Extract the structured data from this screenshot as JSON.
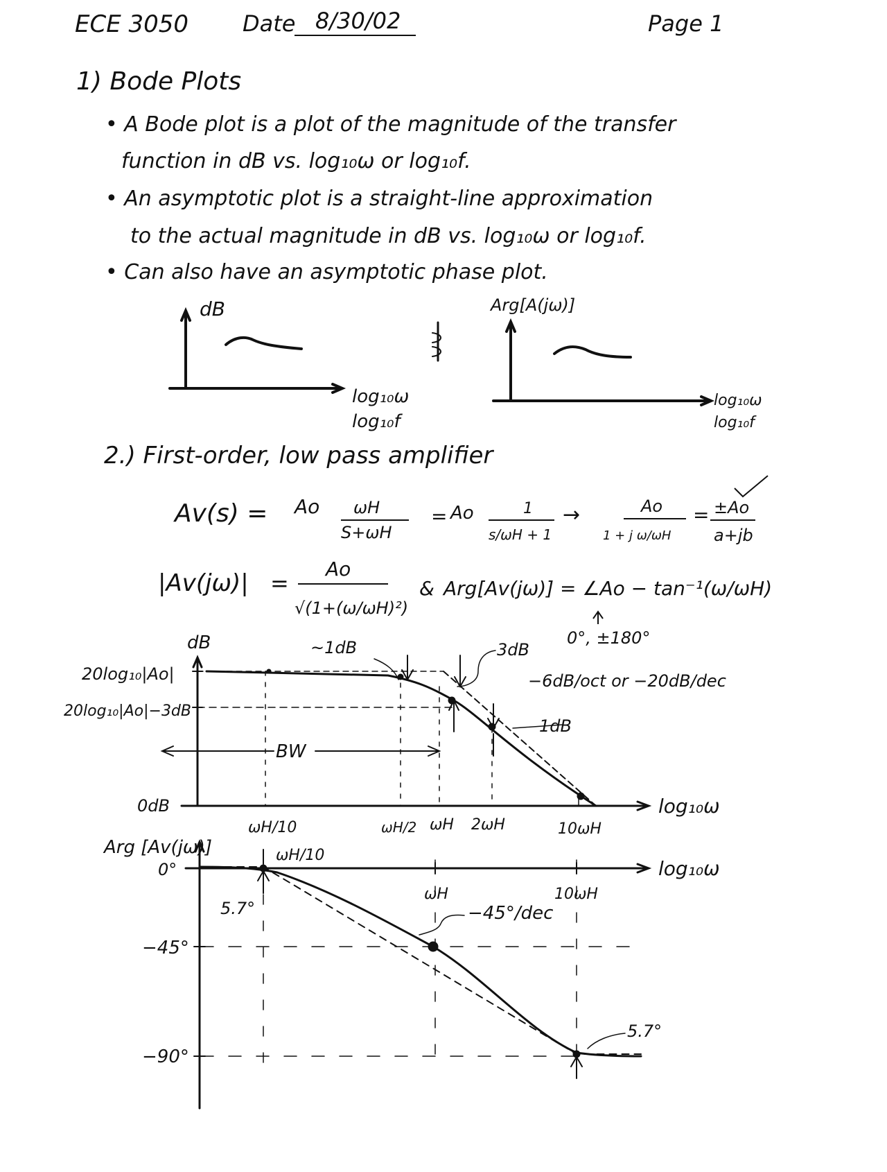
{
  "header": {
    "course": "ECE 3050",
    "date_label": "Date",
    "date_value": "8/30/02",
    "page": "Page 1"
  },
  "section1": {
    "title": "1) Bode Plots",
    "bullets": [
      "• A Bode plot is a plot of the magnitude of the transfer",
      "function in dB vs. log₁₀ω or log₁₀f.",
      "• An asymptotic plot is a straight-line approximation",
      "to the actual magnitude in dB vs. log₁₀ω or log₁₀f.",
      "• Can also have an asymptotic phase plot."
    ],
    "mag_sketch": {
      "ylabel": "dB",
      "xlabel1": "log₁₀ω",
      "xlabel2": "log₁₀f"
    },
    "and_mark": "&",
    "phase_sketch": {
      "ylabel": "Arg[A(jω)]",
      "xlabel1": "log₁₀ω",
      "xlabel2": "log₁₀f"
    }
  },
  "section2": {
    "title": "2.) First-order, low pass amplifier",
    "eq1": {
      "lhs": "Av(s) =",
      "a0": "Ao",
      "num": "ωH",
      "den": "S+ωH",
      "eq": "=",
      "a0b": "Ao",
      "num2": "1",
      "den2": "s/ωH + 1",
      "arrow": "→",
      "num3": "Ao",
      "den3": "1 + j ω/ωH",
      "eq3": "=",
      "num4": "±Ao",
      "den4": "a+jb"
    },
    "eq2": {
      "lhs": "|Av(jω)|",
      "eq": "=",
      "num": "Ao",
      "den": "√(1+(ω/ωH)²)",
      "amp": "&",
      "arg": "Arg[Av(jω)] = ∠Ao − tan⁻¹(ω/ωH)",
      "note": "0°, ±180°"
    }
  },
  "magnitude_plot": {
    "ylabel": "dB",
    "y_ticks": [
      "20log₁₀|Ao|",
      "20log₁₀|Ao|−3dB",
      "0dB"
    ],
    "x_ticks": [
      "ωH/10",
      "ωH/2",
      "ωH",
      "2ωH",
      "10ωH"
    ],
    "xlabel": "log₁₀ω",
    "annotations": {
      "one_db": "~1dB",
      "three_db": "3dB",
      "slope": "−6dB/oct or −20dB/dec",
      "one_db_b": "1dB",
      "bw": "BW"
    }
  },
  "phase_plot": {
    "ylabel": "Arg [Av(jω)]",
    "y_ticks": [
      "0°",
      "−45°",
      "−90°"
    ],
    "x_ticks": [
      "ωH/10",
      "ωH",
      "10ωH"
    ],
    "xlabel": "log₁₀ω",
    "annotations": {
      "left_angle": "5.7°",
      "slope": "−45°/dec",
      "right_angle": "5.7°"
    }
  }
}
